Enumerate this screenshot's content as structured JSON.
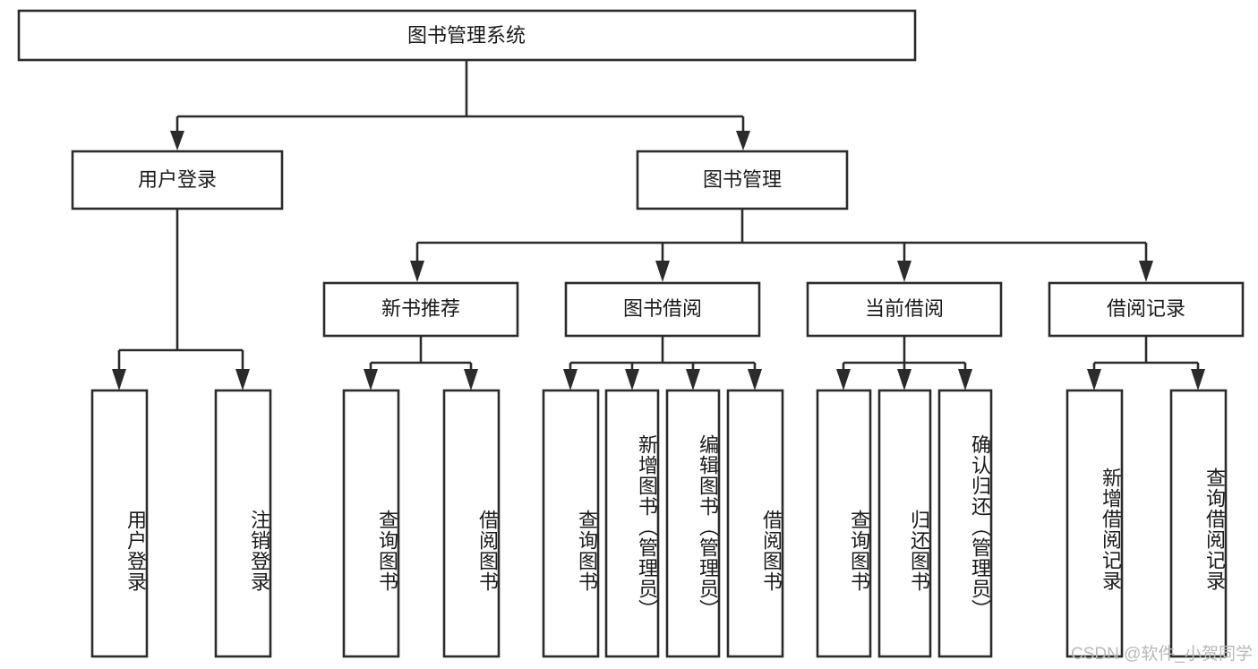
{
  "diagram": {
    "title": "图书管理系统",
    "type": "tree-hierarchy-diagram",
    "colors": {
      "box_fill": "#ffffff",
      "box_stroke": "#2b2b2b",
      "text": "#1a1a1a",
      "background": "#ffffff",
      "watermark": "#b9b9b9"
    },
    "root": {
      "label": "图书管理系统"
    },
    "level2": [
      {
        "label": "用户登录"
      },
      {
        "label": "图书管理"
      }
    ],
    "level3": [
      {
        "label": "新书推荐"
      },
      {
        "label": "图书借阅"
      },
      {
        "label": "当前借阅"
      },
      {
        "label": "借阅记录"
      }
    ],
    "leaves": {
      "user_login": [
        {
          "label": "用户登录"
        },
        {
          "label": "注销登录"
        }
      ],
      "new_book_recommend": [
        {
          "label": "查询图书"
        },
        {
          "label": "借阅图书"
        }
      ],
      "book_borrow": [
        {
          "label": "查询图书"
        },
        {
          "label": "新增图书（管理员）"
        },
        {
          "label": "编辑图书（管理员）"
        },
        {
          "label": "借阅图书"
        }
      ],
      "current_borrow": [
        {
          "label": "查询图书"
        },
        {
          "label": "归还图书"
        },
        {
          "label": "确认归还（管理员）"
        }
      ],
      "borrow_record": [
        {
          "label": "新增借阅记录"
        },
        {
          "label": "查询借阅记录"
        }
      ]
    }
  },
  "watermark": {
    "text": "CSDN @软件_小贺同学"
  }
}
